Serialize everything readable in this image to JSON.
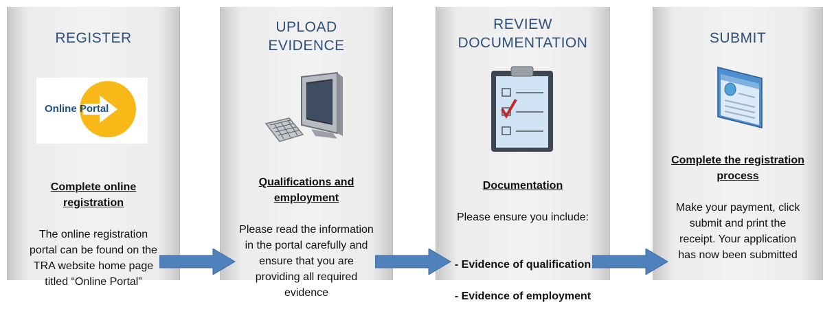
{
  "steps": [
    {
      "title": "REGISTER",
      "logo_text": "Online Portal",
      "subtitle": "Complete online\nregistration",
      "text": "The online registration\nportal can be found on the\nTRA website home page\ntitled “Online Portal”"
    },
    {
      "title": "UPLOAD\nEVIDENCE",
      "subtitle": "Qualifications and\nemployment",
      "text": "Please read the information\nin the portal carefully and\nensure that you are\nproviding all required\nevidence"
    },
    {
      "title": "REVIEW\nDOCUMENTATION",
      "subtitle": "Documentation",
      "text": "Please ensure you include:",
      "items": [
        "- Evidence of qualification",
        "- Evidence of employment"
      ]
    },
    {
      "title": "SUBMIT",
      "subtitle": "Complete the registration\nprocess",
      "text": "Make your payment, click\nsubmit  and print the\nreceipt. Your application\nhas now been submitted"
    }
  ],
  "icons": [
    "online-portal-logo",
    "computer-icon",
    "clipboard-checklist-icon",
    "browser-window-icon",
    "right-arrow"
  ],
  "colors": {
    "title": "#2e4f7a",
    "arrow": "#4f81bd",
    "logo_circle": "#f7b818",
    "check": "#c0282d"
  }
}
